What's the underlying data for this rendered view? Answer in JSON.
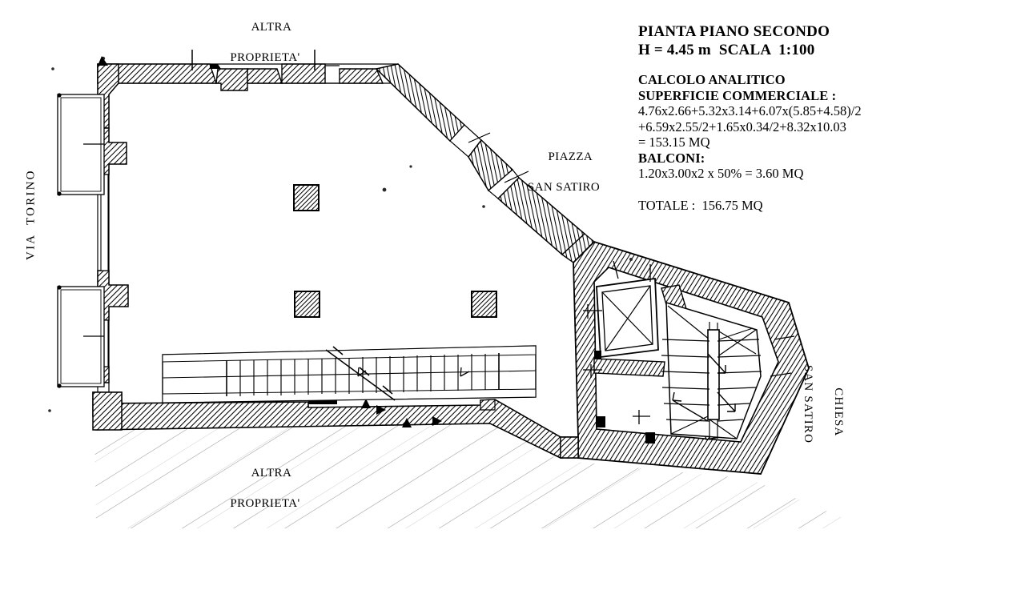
{
  "document": {
    "kind": "architectural-floor-plan",
    "language": "it"
  },
  "title_block": {
    "line1": "PIANTA PIANO SECONDO",
    "line2": "H = 4.45 m  SCALA  1:100"
  },
  "calculation": {
    "heading1": "CALCOLO ANALITICO",
    "heading2": "SUPERFICIE COMMERCIALE :",
    "expr_line1": "4.76x2.66+5.32x3.14+6.07x(5.85+4.58)/2",
    "expr_line2": "+6.59x2.55/2+1.65x0.34/2+8.32x10.03",
    "expr_result": "= 153.15 MQ",
    "balconi_label": "BALCONI:",
    "balconi_expr": "1.20x3.00x2 x 50% = 3.60 MQ",
    "total": "TOTALE :  156.75 MQ"
  },
  "labels": {
    "altra_proprieta_top": {
      "line1": "ALTRA",
      "line2": "PROPRIETA'"
    },
    "altra_proprieta_bottom": {
      "line1": "ALTRA",
      "line2": "PROPRIETA'"
    },
    "piazza_san_satiro": {
      "line1": "PIAZZA",
      "line2": "SAN SATIRO"
    },
    "via_torino": "VIA  TORINO",
    "chiesa_san_satiro": {
      "line1": "CHIESA",
      "line2": "SAN SATIRO"
    }
  },
  "colors": {
    "ink": "#000000",
    "paper": "#ffffff",
    "hatch": "#111111",
    "light_hatch": "#555555"
  },
  "plan_elements": {
    "columns": 3,
    "balconies": 2,
    "lift_shaft": 1,
    "staircases": 2,
    "note": "Second floor plan: main hall with three columns, long straight stair at south, dogleg stair and lift shaft at east."
  }
}
